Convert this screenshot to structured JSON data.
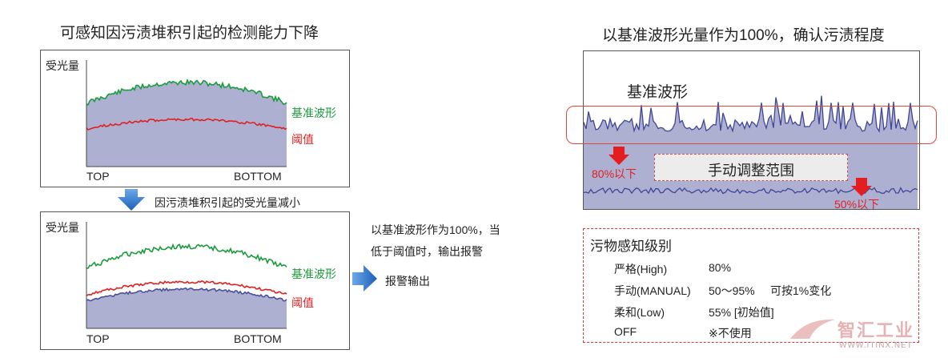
{
  "left": {
    "title": "可感知因污渍堆积引起的检测能力下降",
    "top_chart": {
      "y_label": "受光量",
      "x_start": "TOP",
      "x_end": "BOTTOM",
      "reference_label": "基准波形",
      "threshold_label": "阈值"
    },
    "arrow_caption": "因污渍堆积引起的受光量减小",
    "bottom_chart": {
      "y_label": "受光量",
      "x_start": "TOP",
      "x_end": "BOTTOM",
      "reference_label": "基准波形",
      "threshold_label": "阈值"
    },
    "note_line1": "以基准波形作为100%，当",
    "note_line2": "低于阈值时，输出报警",
    "alarm_label": "报警输出"
  },
  "right": {
    "title": "以基准波形光量作为100%，确认污渍程度",
    "reference_label": "基准波形",
    "manual_range_label": "手动调整范围",
    "pct80_label": "80%以下",
    "pct50_label": "50%以下",
    "legend": {
      "heading": "污物感知级别",
      "rows": [
        {
          "name": "严格(High)",
          "value": "80%",
          "note": ""
        },
        {
          "name": "手动(MANUAL)",
          "value": "50～95%",
          "note": "可按1%变化"
        },
        {
          "name": "柔和(Low)",
          "value": "55% [初始值]",
          "note": ""
        },
        {
          "name": "OFF",
          "value": "※不使用",
          "note": ""
        }
      ]
    }
  },
  "watermark": {
    "brand": "智汇工业",
    "url": "WWW.ITINX.NET"
  },
  "colors": {
    "reference": "#1a9b3c",
    "threshold": "#e02020",
    "fill": "#aeb0d2",
    "reduced_line": "#4a4f9a",
    "arrow_blue": "#1b6fc9",
    "highlight_box": "#d94a3a"
  }
}
